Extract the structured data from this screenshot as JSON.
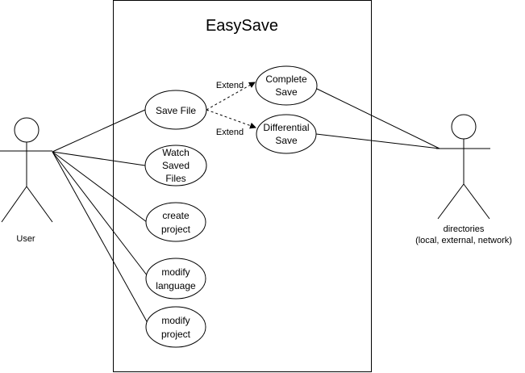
{
  "system": {
    "title": "EasySave"
  },
  "actors": {
    "user": {
      "label": "User"
    },
    "directories": {
      "label_line1": "directories",
      "label_line2": "(local, external, network)"
    }
  },
  "use_cases": {
    "save_file": {
      "lines": [
        "Save File"
      ]
    },
    "watch_saved_files": {
      "lines": [
        "Watch",
        "Saved",
        "Files"
      ]
    },
    "create_project": {
      "lines": [
        "create",
        "project"
      ]
    },
    "modify_language": {
      "lines": [
        "modify",
        "language"
      ]
    },
    "modify_project": {
      "lines": [
        "modify",
        "project"
      ]
    },
    "complete_save": {
      "lines": [
        "Complete",
        "Save"
      ]
    },
    "differential_save": {
      "lines": [
        "Differential",
        "Save"
      ]
    }
  },
  "relations": {
    "extend_complete": "Extend",
    "extend_differential": "Extend"
  }
}
